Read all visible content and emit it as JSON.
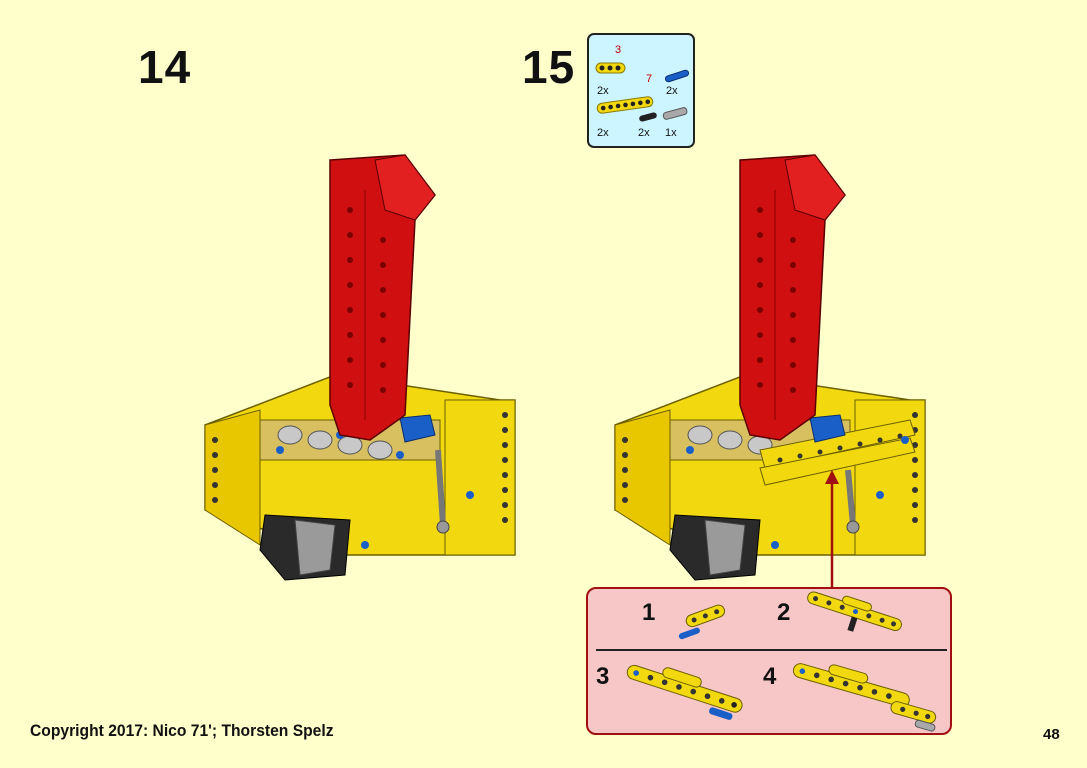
{
  "steps": {
    "left": "14",
    "right": "15"
  },
  "parts_list": {
    "label_length_3": "3",
    "label_length_7": "7",
    "qty_beam3": "2x",
    "qty_blue_pin": "2x",
    "qty_beam7": "2x",
    "qty_black_pin": "2x",
    "qty_gray_pin": "1x"
  },
  "substeps": [
    "1",
    "2",
    "3",
    "4"
  ],
  "footer": {
    "copyright": "Copyright 2017:   Nico 71'; Thorsten Spelz",
    "page": "48"
  },
  "colors": {
    "background": "#FFFFCC",
    "parts_box_bg": "#CCF5FF",
    "callout_bg": "#F7C6C6",
    "callout_border": "#A01010",
    "brick_yellow": "#F2D90F",
    "brick_red": "#D01010",
    "pin_blue": "#1A5FC8"
  }
}
